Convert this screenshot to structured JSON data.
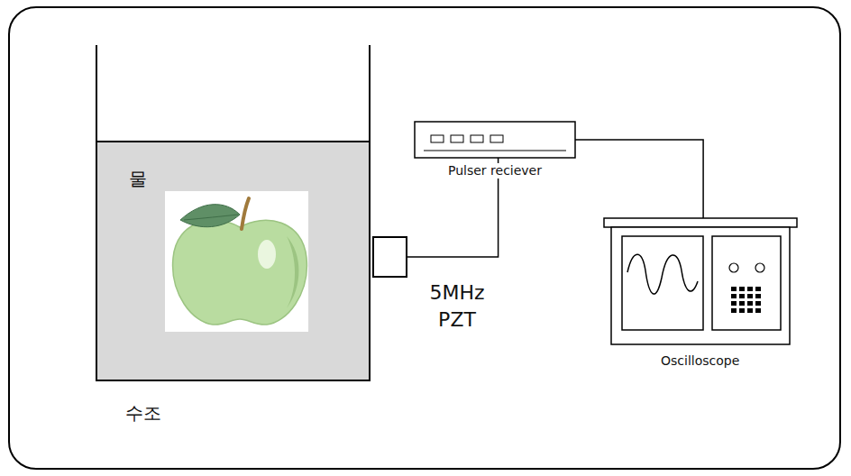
{
  "diagram": {
    "nodes": [
      {
        "text": [
          "물",
          "수조"
        ]
      },
      {
        "text": [
          "Pulser reciever"
        ]
      },
      {
        "text": [
          "5MHz PZT"
        ]
      },
      {
        "text": [
          "Oscilloscope"
        ]
      }
    ],
    "edges": [
      {
        "from": 1,
        "to": 2,
        "arrow": "none"
      },
      {
        "from": 1,
        "to": 3,
        "arrow": "none"
      }
    ]
  }
}
